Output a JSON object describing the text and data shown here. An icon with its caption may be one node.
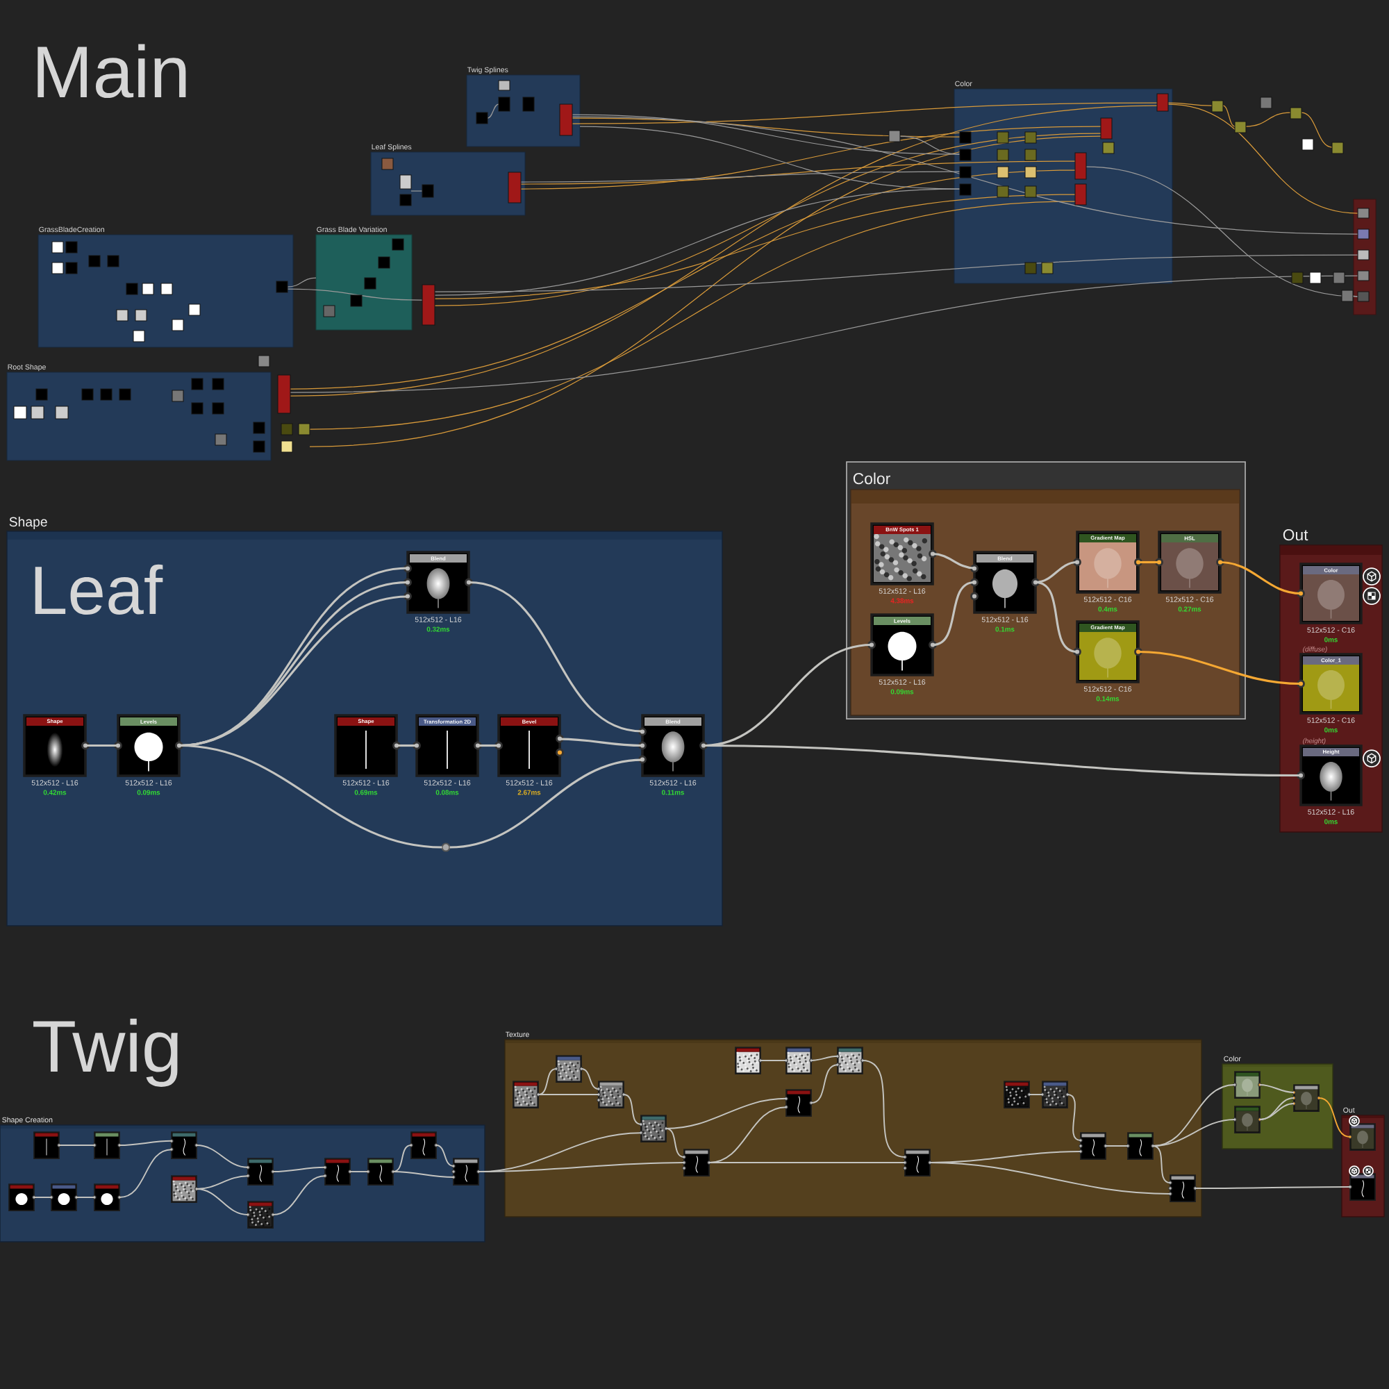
{
  "diagram": {
    "nodes": [
      {
        "text": [
          "Shape"
        ]
      },
      {
        "text": [
          "Shape",
          "512x512 - L16",
          "0.42ms"
        ],
        "in": 0
      },
      {
        "text": [
          "Levels",
          "512x512 - L16",
          "0.09ms"
        ],
        "in": 0
      },
      {
        "text": [
          "Blend",
          "512x512 - L16",
          "0.32ms"
        ],
        "in": 0
      },
      {
        "text": [
          "Shape",
          "512x512 - L16",
          "0.69ms"
        ],
        "in": 0
      },
      {
        "text": [
          "Transformation 2D",
          "512x512 - L16",
          "0.08ms"
        ],
        "in": 0
      },
      {
        "text": [
          "Bevel",
          "512x512 - L16",
          "2.67ms"
        ],
        "in": 0
      },
      {
        "text": [
          "Blend",
          "512x512 - L16",
          "0.11ms"
        ],
        "in": 0
      },
      {
        "text": [],
        "shape": "circle",
        "in": 0
      },
      {
        "text": [
          "Color"
        ]
      },
      {
        "text": [
          "BnW Spots 1",
          "512x512 - L16",
          "4.38ms"
        ],
        "in": 9
      },
      {
        "text": [
          "Levels",
          "512x512 - L16",
          "0.09ms"
        ],
        "in": 9
      },
      {
        "text": [
          "Blend",
          "512x512 - L16",
          "0.1ms"
        ],
        "in": 9
      },
      {
        "text": [
          "Gradient Map",
          "512x512 - C16",
          "0.4ms"
        ],
        "in": 9
      },
      {
        "text": [
          "HSL",
          "512x512 - C16",
          "0.27ms"
        ],
        "in": 9
      },
      {
        "text": [
          "Gradient Map",
          "512x512 - C16",
          "0.14ms"
        ],
        "in": 9
      },
      {
        "text": [
          "Out"
        ]
      },
      {
        "text": [
          "Color",
          "512x512 - C16",
          "0ms"
        ],
        "in": 16
      },
      {
        "text": [
          "Color_1",
          "512x512 - C16",
          "0ms"
        ],
        "beside": [
          "(diffuse)"
        ],
        "in": 16
      },
      {
        "text": [
          "Height",
          "512x512 - L16",
          "0ms"
        ],
        "beside": [
          "(height)"
        ],
        "in": 16
      },
      {
        "text": [
          "Shape Creation"
        ]
      },
      {
        "text": [],
        "shape": "box",
        "in": 20
      },
      {
        "text": [],
        "shape": "box",
        "in": 20
      },
      {
        "text": [],
        "shape": "box",
        "in": 20
      },
      {
        "text": [],
        "shape": "box",
        "in": 20
      },
      {
        "text": [],
        "shape": "box",
        "in": 20
      },
      {
        "text": [],
        "shape": "box",
        "in": 20
      },
      {
        "text": [],
        "shape": "box",
        "in": 20
      },
      {
        "text": [],
        "shape": "box",
        "in": 20
      },
      {
        "text": [],
        "shape": "box",
        "in": 20
      },
      {
        "text": [],
        "shape": "box",
        "in": 20
      },
      {
        "text": [],
        "shape": "box",
        "in": 20
      },
      {
        "text": [],
        "shape": "box",
        "in": 20
      },
      {
        "text": [],
        "shape": "box",
        "in": 20
      },
      {
        "text": [
          "Texture"
        ]
      },
      {
        "text": [],
        "shape": "box",
        "in": 34
      },
      {
        "text": [],
        "shape": "box",
        "in": 34
      },
      {
        "text": [],
        "shape": "box",
        "in": 34
      },
      {
        "text": [],
        "shape": "box",
        "in": 34
      },
      {
        "text": [],
        "shape": "box",
        "in": 34
      },
      {
        "text": [],
        "shape": "box",
        "in": 34
      },
      {
        "text": [],
        "shape": "box",
        "in": 34
      },
      {
        "text": [],
        "shape": "box",
        "in": 34
      },
      {
        "text": [],
        "shape": "box",
        "in": 34
      },
      {
        "text": [],
        "shape": "box",
        "in": 34
      },
      {
        "text": [],
        "shape": "box",
        "in": 34
      },
      {
        "text": [],
        "shape": "box",
        "in": 34
      },
      {
        "text": [],
        "shape": "box",
        "in": 34
      },
      {
        "text": [],
        "shape": "box",
        "in": 34
      },
      {
        "text": [],
        "shape": "box",
        "in": 34
      },
      {
        "text": [
          "Color"
        ]
      },
      {
        "text": [],
        "shape": "box",
        "in": 50
      },
      {
        "text": [],
        "shape": "box",
        "in": 50
      },
      {
        "text": [],
        "shape": "box",
        "in": 50
      },
      {
        "text": [
          "Out"
        ]
      },
      {
        "text": [],
        "shape": "box",
        "in": 54
      },
      {
        "text": [],
        "shape": "box",
        "in": 54
      }
    ],
    "edges": [
      {
        "from": 1,
        "to": 2,
        "arrow": "none"
      },
      {
        "from": 2,
        "to": 3,
        "arrow": "none"
      },
      {
        "from": 2,
        "to": 3,
        "arrow": "none"
      },
      {
        "from": 2,
        "to": 3,
        "arrow": "none"
      },
      {
        "from": 2,
        "to": 8,
        "arrow": "none"
      },
      {
        "from": 8,
        "to": 7,
        "arrow": "none"
      },
      {
        "from": 4,
        "to": 5,
        "arrow": "none"
      },
      {
        "from": 5,
        "to": 6,
        "arrow": "none"
      },
      {
        "from": 6,
        "to": 7,
        "arrow": "none"
      },
      {
        "from": 3,
        "to": 7,
        "arrow": "none"
      },
      {
        "from": 7,
        "to": 11,
        "arrow": "none"
      },
      {
        "from": 7,
        "to": 19,
        "arrow": "none"
      },
      {
        "from": 10,
        "to": 12,
        "arrow": "none"
      },
      {
        "from": 11,
        "to": 12,
        "arrow": "none"
      },
      {
        "from": 12,
        "to": 13,
        "arrow": "none"
      },
      {
        "from": 12,
        "to": 15,
        "arrow": "none"
      },
      {
        "from": 13,
        "to": 14,
        "arrow": "none",
        "color": "#f5a833"
      },
      {
        "from": 14,
        "to": 17,
        "arrow": "none",
        "color": "#f5a833"
      },
      {
        "from": 15,
        "to": 18,
        "arrow": "none",
        "color": "#f5a833"
      },
      {
        "from": 21,
        "to": 22,
        "arrow": "none"
      },
      {
        "from": 22,
        "to": 23,
        "arrow": "none"
      },
      {
        "from": 26,
        "to": 23,
        "arrow": "none"
      },
      {
        "from": 24,
        "to": 25,
        "arrow": "none"
      },
      {
        "from": 25,
        "to": 26,
        "arrow": "none"
      },
      {
        "from": 23,
        "to": 28,
        "arrow": "none"
      },
      {
        "from": 27,
        "to": 28,
        "arrow": "none"
      },
      {
        "from": 27,
        "to": 29,
        "arrow": "none"
      },
      {
        "from": 28,
        "to": 30,
        "arrow": "none"
      },
      {
        "from": 29,
        "to": 30,
        "arrow": "none"
      },
      {
        "from": 30,
        "to": 31,
        "arrow": "none"
      },
      {
        "from": 31,
        "to": 32,
        "arrow": "none"
      },
      {
        "from": 32,
        "to": 33,
        "arrow": "none"
      },
      {
        "from": 31,
        "to": 33,
        "arrow": "none"
      },
      {
        "from": 33,
        "to": 38,
        "arrow": "none"
      },
      {
        "from": 33,
        "to": 39,
        "arrow": "none"
      },
      {
        "from": 35,
        "to": 36,
        "arrow": "none"
      },
      {
        "from": 36,
        "to": 37,
        "arrow": "none"
      },
      {
        "from": 35,
        "to": 37,
        "arrow": "none"
      },
      {
        "from": 37,
        "to": 38,
        "arrow": "none"
      },
      {
        "from": 38,
        "to": 39,
        "arrow": "none"
      },
      {
        "from": 38,
        "to": 43,
        "arrow": "none"
      },
      {
        "from": 39,
        "to": 43,
        "arrow": "none"
      },
      {
        "from": 40,
        "to": 41,
        "arrow": "none"
      },
      {
        "from": 41,
        "to": 42,
        "arrow": "none"
      },
      {
        "from": 43,
        "to": 42,
        "arrow": "none"
      },
      {
        "from": 42,
        "to": 44,
        "arrow": "none"
      },
      {
        "from": 39,
        "to": 44,
        "arrow": "none"
      },
      {
        "from": 45,
        "to": 46,
        "arrow": "none"
      },
      {
        "from": 46,
        "to": 47,
        "arrow": "none"
      },
      {
        "from": 44,
        "to": 47,
        "arrow": "none"
      },
      {
        "from": 47,
        "to": 48,
        "arrow": "none"
      },
      {
        "from": 48,
        "to": 49,
        "arrow": "none"
      },
      {
        "from": 44,
        "to": 49,
        "arrow": "none"
      },
      {
        "from": 48,
        "to": 51,
        "arrow": "none"
      },
      {
        "from": 48,
        "to": 52,
        "arrow": "none"
      },
      {
        "from": 51,
        "to": 53,
        "arrow": "none"
      },
      {
        "from": 52,
        "to": 53,
        "arrow": "none"
      },
      {
        "from": 52,
        "to": 53,
        "arrow": "none"
      },
      {
        "from": 53,
        "to": 55,
        "arrow": "none",
        "color": "#f5a833"
      },
      {
        "from": 49,
        "to": 56,
        "arrow": "none"
      }
    ],
    "labels": [
      "Main",
      "Twig Splines",
      "Color",
      "Leaf Splines",
      "GrassBladeCreation",
      "Grass Blade Variation",
      "Root Shape",
      "Leaf",
      "Twig"
    ]
  }
}
